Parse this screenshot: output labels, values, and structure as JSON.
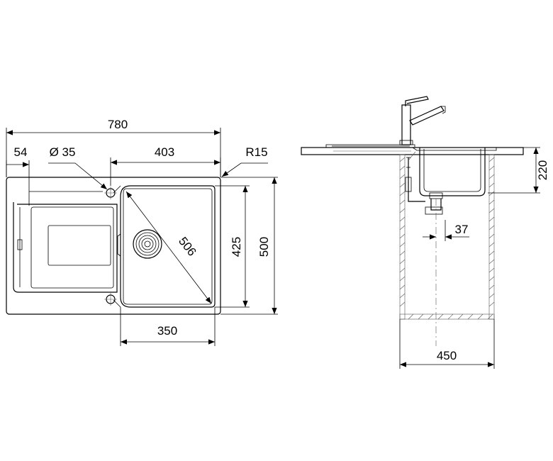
{
  "colors": {
    "line": "#000000",
    "background": "#ffffff",
    "hatch": "#555555"
  },
  "top_view": {
    "dims": {
      "overall_width": "780",
      "drainer_offset": "54",
      "tap_hole": "Ø 35",
      "bowl_offset": "403",
      "corner_radius": "R15",
      "bowl_diagonal": "506",
      "bowl_depth": "425",
      "overall_depth": "500",
      "bowl_width": "350"
    }
  },
  "side_view": {
    "dims": {
      "bowl_height": "220",
      "waste_offset": "37",
      "cabinet_width": "450"
    }
  }
}
